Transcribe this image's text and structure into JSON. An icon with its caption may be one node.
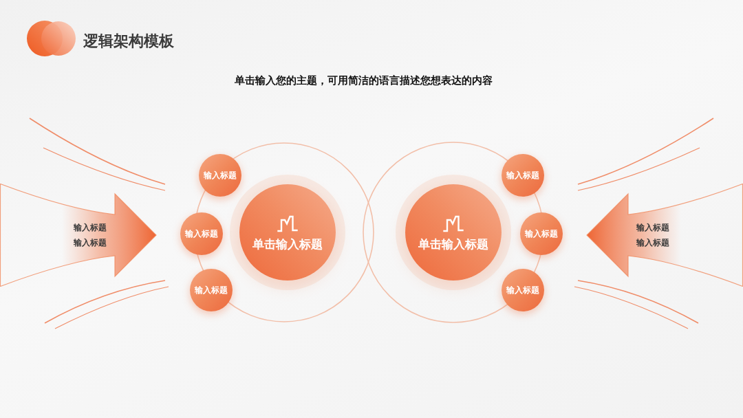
{
  "diagram": {
    "title": "逻辑架构模板",
    "nodes": [
      {
        "text": [
          "输入标题",
          "输入标题"
        ]
      },
      {
        "text": [
          "输入标题"
        ]
      },
      {
        "text": [
          "输入标题"
        ]
      },
      {
        "text": [
          "输入标题"
        ]
      },
      {
        "text": [
          "单击输入标题"
        ]
      },
      {
        "text": [
          "单击输入标题"
        ]
      },
      {
        "text": [
          "输入标题"
        ]
      },
      {
        "text": [
          "输入标题"
        ]
      },
      {
        "text": [
          "输入标题"
        ]
      },
      {
        "text": [
          "输入标题",
          "输入标题"
        ]
      }
    ],
    "labels": [
      "单击输入您的主题，可用简洁的语言描述您想表达的内容"
    ]
  }
}
